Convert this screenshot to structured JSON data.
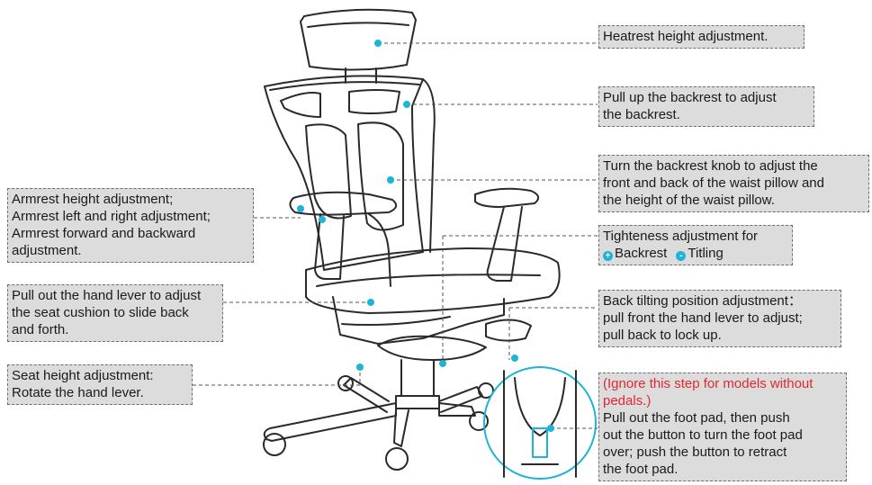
{
  "accent_color": "#1eb4d6",
  "warning_color": "#e3262f",
  "callouts": {
    "headrest": [
      "Heatrest height adjustment."
    ],
    "backrest": [
      "Pull up the backrest to adjust",
      "the backrest."
    ],
    "waist": [
      "Turn the backrest knob to adjust the",
      "front and back of the waist pillow and",
      "the height of the waist pillow."
    ],
    "tightness": {
      "line1": "Tighteness adjustment for",
      "plus_icon": "+",
      "backrest": "Backrest",
      "minus_icon": "-",
      "tilting": "Titling"
    },
    "armrest": [
      "Armrest height adjustment;",
      "Armrest left and right adjustment;",
      "Armrest forward and backward",
      "adjustment."
    ],
    "seat_slide": [
      "Pull out the hand lever to adjust",
      "the seat cushion to slide back",
      "and forth."
    ],
    "back_tilt": [
      "Back tilting position adjustment：",
      "pull front the hand lever to adjust;",
      "pull back to lock up."
    ],
    "seat_height": [
      "Seat height adjustment:",
      "Rotate the hand lever."
    ],
    "foot_pad": {
      "note": [
        "(Ignore this step for models without",
        "pedals.)"
      ],
      "text": [
        "Pull out the foot pad, then push",
        "out the button to turn the foot pad",
        "over; push the button to retract",
        "the foot pad."
      ]
    }
  }
}
